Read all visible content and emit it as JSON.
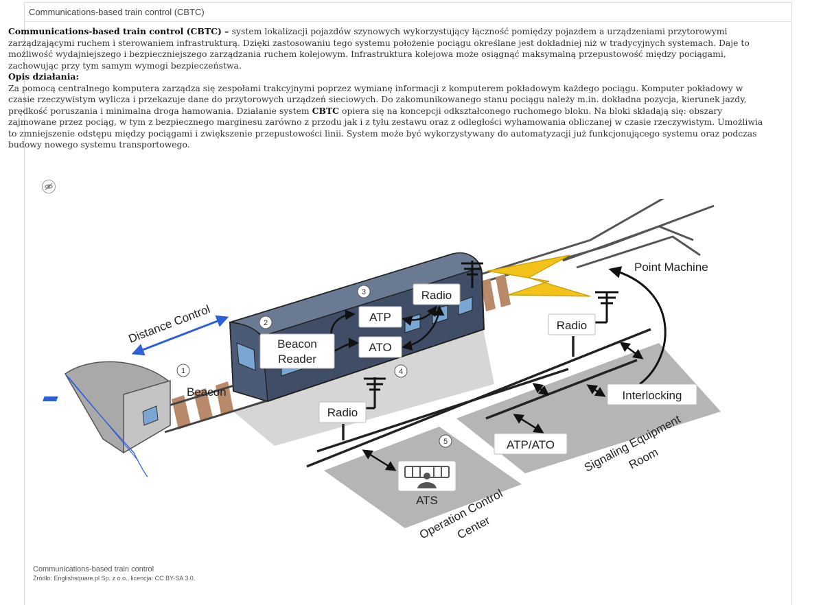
{
  "header": {
    "title": "Communications-based train control (CBTC)"
  },
  "intro": {
    "term": "Communications-based train control (CBTC)",
    "dash": " – ",
    "text": "system lokalizacji pojazdów szynowych wykorzystujący łączność pomiędzy pojazdem a urządzeniami przytorowymi zarządzającymi ruchem i sterowaniem infrastrukturą. Dzięki zastosowaniu tego systemu położenie pociągu określane jest dokładniej niż w tradycyjnych systemach. Daje to możliwość wydajniejszego i bezpieczniejszego zarządzania ruchem kolejowym. Infrastruktura kolejowa może osiągnąć maksymalną przepustowość między pociągami, zachowując przy tym samym wymogi bezpieczeństwa."
  },
  "section": {
    "title": "Opis działania:",
    "text_before": "Za pomocą centralnego komputera zarządza się zespołami trakcyjnymi poprzez wymianę informacji z komputerem pokładowym każdego pociągu. Komputer pokładowy w czasie rzeczywistym wylicza i przekazuje dane do przytorowych urządzeń sieciowych. Do zakomunikowanego stanu pociągu należy m.in. dokładna pozycja, kierunek jazdy, prędkość poruszania i minimalna droga hamowania. Działanie system ",
    "bold": "CBTC",
    "text_after": " opiera się na koncepcji odkształconego ruchomego bloku. Na bloki składają się: obszary zajmowane przez pociąg, w tym z bezpiecznego marginesu zarówno z przodu jak i z tyłu zestawu oraz z odległości wyhamowania obliczanej w czasie rzeczywistym. Umożliwia to zmniejszenie odstępu między pociągami i zwiększenie przepustowości linii. System może być wykorzystywany do automatyzacji już funkcjonującego systemu oraz podczas budowy nowego systemu transportowego."
  },
  "diagram": {
    "labels": {
      "distance_control": "Distance Control",
      "beacon": "Beacon",
      "beacon_reader": [
        "Beacon",
        "Reader"
      ],
      "atp": "ATP",
      "ato": "ATO",
      "radio": "Radio",
      "point_machine": "Point Machine",
      "interlocking": "Interlocking",
      "atp_ato": "ATP/ATO",
      "signaling_room": [
        "Signaling Equipment",
        "Room"
      ],
      "ats": "ATS",
      "operation_center": [
        "Operation Control",
        "Center"
      ]
    },
    "markers": [
      "1",
      "2",
      "3",
      "4",
      "5"
    ],
    "colors": {
      "train_body": "#3f4d66",
      "train_window": "#7aa6d4",
      "rail_tie": "#b98a6a",
      "lightning": "#f2c21a",
      "distance_arrow": "#2f5fd6",
      "room_floor": "#b5b5b5",
      "shadow": "#d6d6d6"
    }
  },
  "caption": {
    "title": "Communications-based train control",
    "source": "Źródło: Englishsquare.pl Sp. z o.o., licencja: CC BY-SA 3.0."
  }
}
